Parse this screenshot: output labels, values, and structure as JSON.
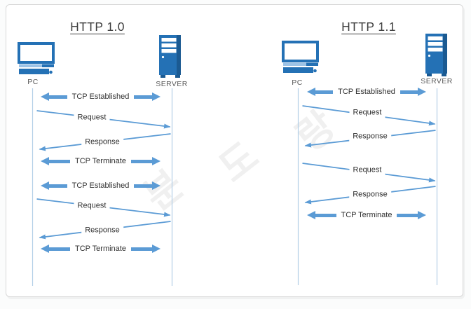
{
  "colors": {
    "arrow_blue": "#5b9bd5",
    "icon_blue": "#2471b5",
    "icon_blue_dark": "#1b5a92",
    "icon_blue_light": "#9dc3e6",
    "lifeline": "#b3cfe7",
    "text_dark": "#2f2f2f",
    "actor_gray": "#5a5a5a",
    "border_gray": "#d8d8d8",
    "title_color": "#3d3d3d"
  },
  "watermark": {
    "chars": [
      "분",
      "도",
      "랑"
    ]
  },
  "diagrams": [
    {
      "title": "HTTP 1.0",
      "actors": {
        "client": {
          "label": "PC"
        },
        "server": {
          "label": "SERVER"
        }
      },
      "messages": [
        {
          "label": "TCP Established",
          "type": "bidirectional"
        },
        {
          "label": "Request",
          "type": "request"
        },
        {
          "label": "Response",
          "type": "response"
        },
        {
          "label": "TCP Terminate",
          "type": "bidirectional"
        },
        {
          "label": "TCP Established",
          "type": "bidirectional"
        },
        {
          "label": "Request",
          "type": "request"
        },
        {
          "label": "Response",
          "type": "response"
        },
        {
          "label": "TCP Terminate",
          "type": "bidirectional"
        }
      ]
    },
    {
      "title": "HTTP 1.1",
      "actors": {
        "client": {
          "label": "PC"
        },
        "server": {
          "label": "SERVER"
        }
      },
      "messages": [
        {
          "label": "TCP Established",
          "type": "bidirectional"
        },
        {
          "label": "Request",
          "type": "request"
        },
        {
          "label": "Response",
          "type": "response"
        },
        {
          "label": "Request",
          "type": "request"
        },
        {
          "label": "Response",
          "type": "response"
        },
        {
          "label": "TCP Terminate",
          "type": "bidirectional"
        }
      ]
    }
  ]
}
